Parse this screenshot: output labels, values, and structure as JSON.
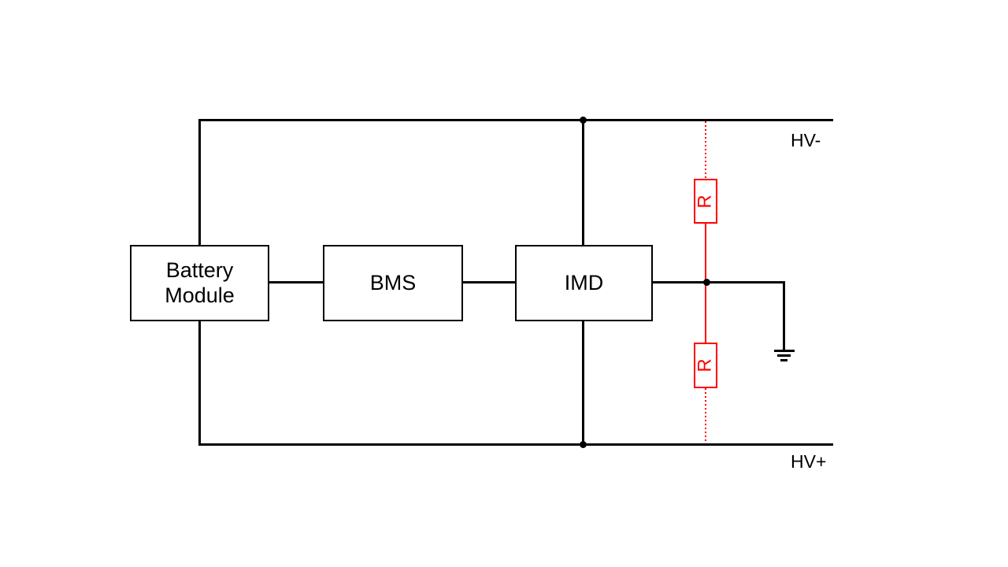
{
  "nodes": {
    "battery": {
      "label": "Battery Module"
    },
    "bms": {
      "label": "BMS"
    },
    "imd": {
      "label": "IMD"
    }
  },
  "resistors": {
    "top": {
      "label": "R"
    },
    "bottom": {
      "label": "R"
    }
  },
  "rails": {
    "negative": {
      "label": "HV-"
    },
    "positive": {
      "label": "HV+"
    }
  },
  "icons": {
    "ground": "earth-ground-icon"
  },
  "colors": {
    "wire": "#000000",
    "resistor": "#ff0000",
    "background": "#ffffff"
  }
}
